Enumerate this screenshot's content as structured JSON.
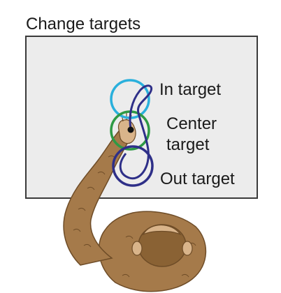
{
  "title": "Change targets",
  "labels": {
    "in_target": "In target",
    "center_target_line1": "Center",
    "center_target_line2": "target",
    "out_target": "Out target"
  },
  "colors": {
    "in_target": "#2ab0dc",
    "center_target": "#2e9a45",
    "out_target": "#2e2f88",
    "screen_fill": "#ececec",
    "screen_border": "#3a3a3a",
    "fur": "#a57a4a",
    "fur_dark": "#6e4c27",
    "skin": "#d9b48a"
  },
  "icons": {
    "monkey": "monkey-illustration",
    "cursor": "hand-cursor-dot"
  }
}
